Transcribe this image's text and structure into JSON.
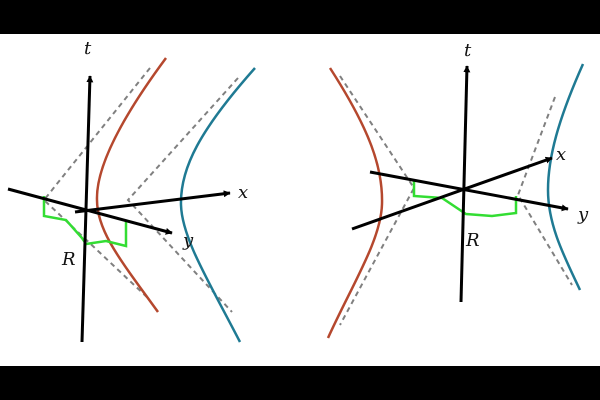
{
  "colors": {
    "background": "#ffffff",
    "letterbox": "#000000",
    "axis": "#000000",
    "dashed_asymptote": "#808080",
    "hyperbola_red": "#b5482e",
    "hyperbola_blue": "#1f7a93",
    "path_green": "#33dd33"
  },
  "left_panel": {
    "labels": {
      "t": "t",
      "x": "x",
      "y": "y",
      "r": "R"
    }
  },
  "right_panel": {
    "labels": {
      "t": "t",
      "x": "x",
      "y": "y",
      "r": "R"
    }
  }
}
